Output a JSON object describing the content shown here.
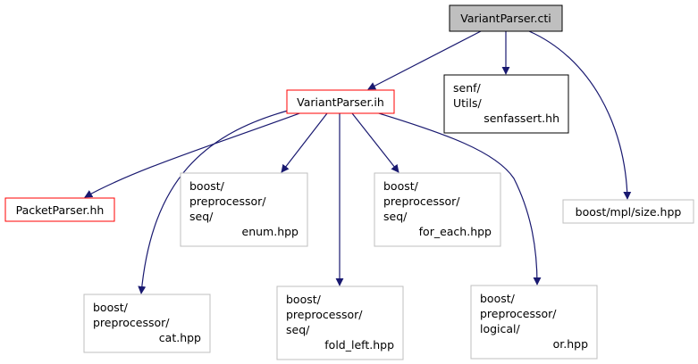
{
  "nodes": {
    "root": {
      "lines": [
        "VariantParser.cti"
      ]
    },
    "ih": {
      "lines": [
        "VariantParser.ih"
      ]
    },
    "senfassert": {
      "lines": [
        "senf/",
        "Utils/",
        "senfassert.hh"
      ]
    },
    "mplsize": {
      "lines": [
        "boost/mpl/size.hpp"
      ]
    },
    "packet": {
      "lines": [
        "PacketParser.hh"
      ]
    },
    "enum": {
      "lines": [
        "boost/",
        "preprocessor/",
        "seq/",
        "enum.hpp"
      ]
    },
    "foreach": {
      "lines": [
        "boost/",
        "preprocessor/",
        "seq/",
        "for_each.hpp"
      ]
    },
    "cat": {
      "lines": [
        "boost/",
        "preprocessor/",
        "cat.hpp"
      ]
    },
    "foldleft": {
      "lines": [
        "boost/",
        "preprocessor/",
        "seq/",
        "fold_left.hpp"
      ]
    },
    "or": {
      "lines": [
        "boost/",
        "preprocessor/",
        "logical/",
        "or.hpp"
      ]
    }
  },
  "colors": {
    "edge": "#191970",
    "root_fill": "#bfbfbf",
    "root_border": "#000000",
    "project_border": "#ff0000",
    "external_border": "#bfbfbf",
    "documented_border": "#000000"
  }
}
